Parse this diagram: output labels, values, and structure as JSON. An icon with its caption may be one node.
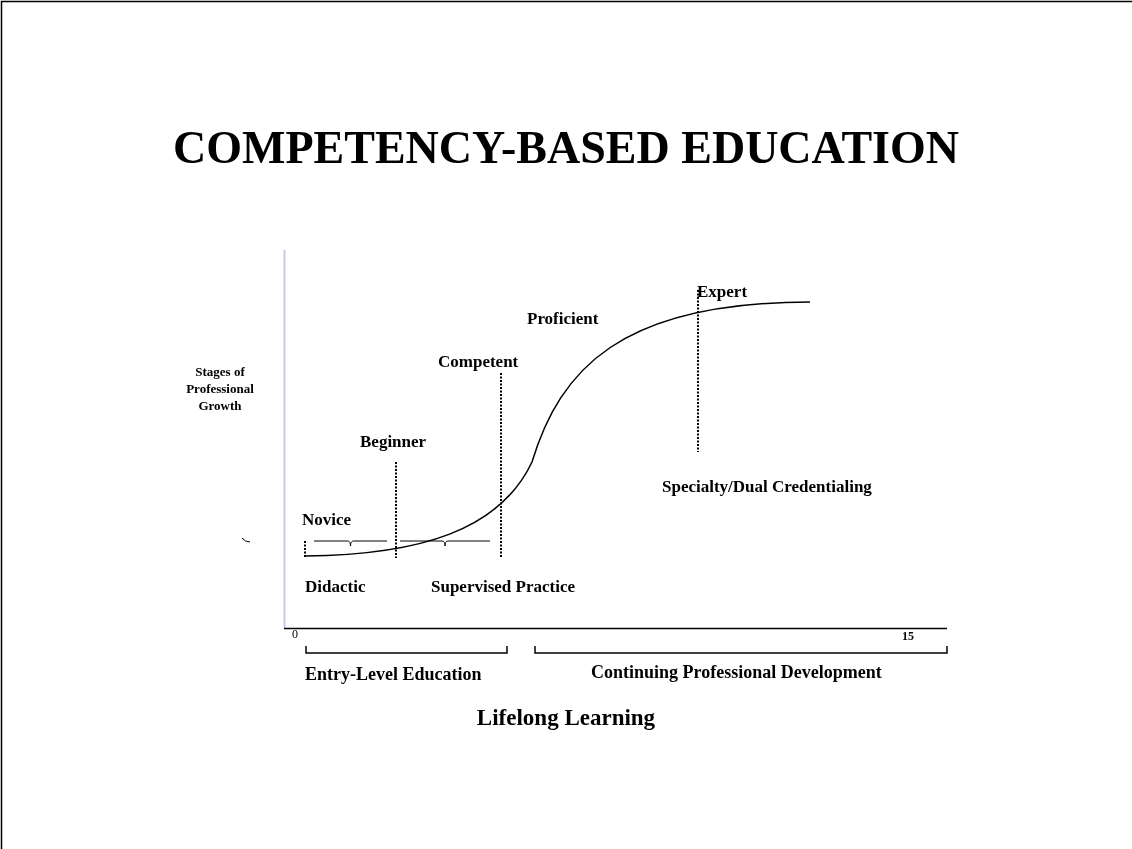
{
  "diagram": {
    "title": "COMPETENCY-BASED EDUCATION",
    "caption": "Lifelong Learning",
    "labels": [
      "Expert",
      "Proficient",
      "Stages of Professional Growth",
      "Competent",
      "Beginner",
      "Specialty/Dual Credentialing",
      "Novice",
      "Didactic",
      "Supervised Practice",
      "0",
      "15",
      "Entry-Level Education",
      "Continuing Professional Development"
    ]
  }
}
